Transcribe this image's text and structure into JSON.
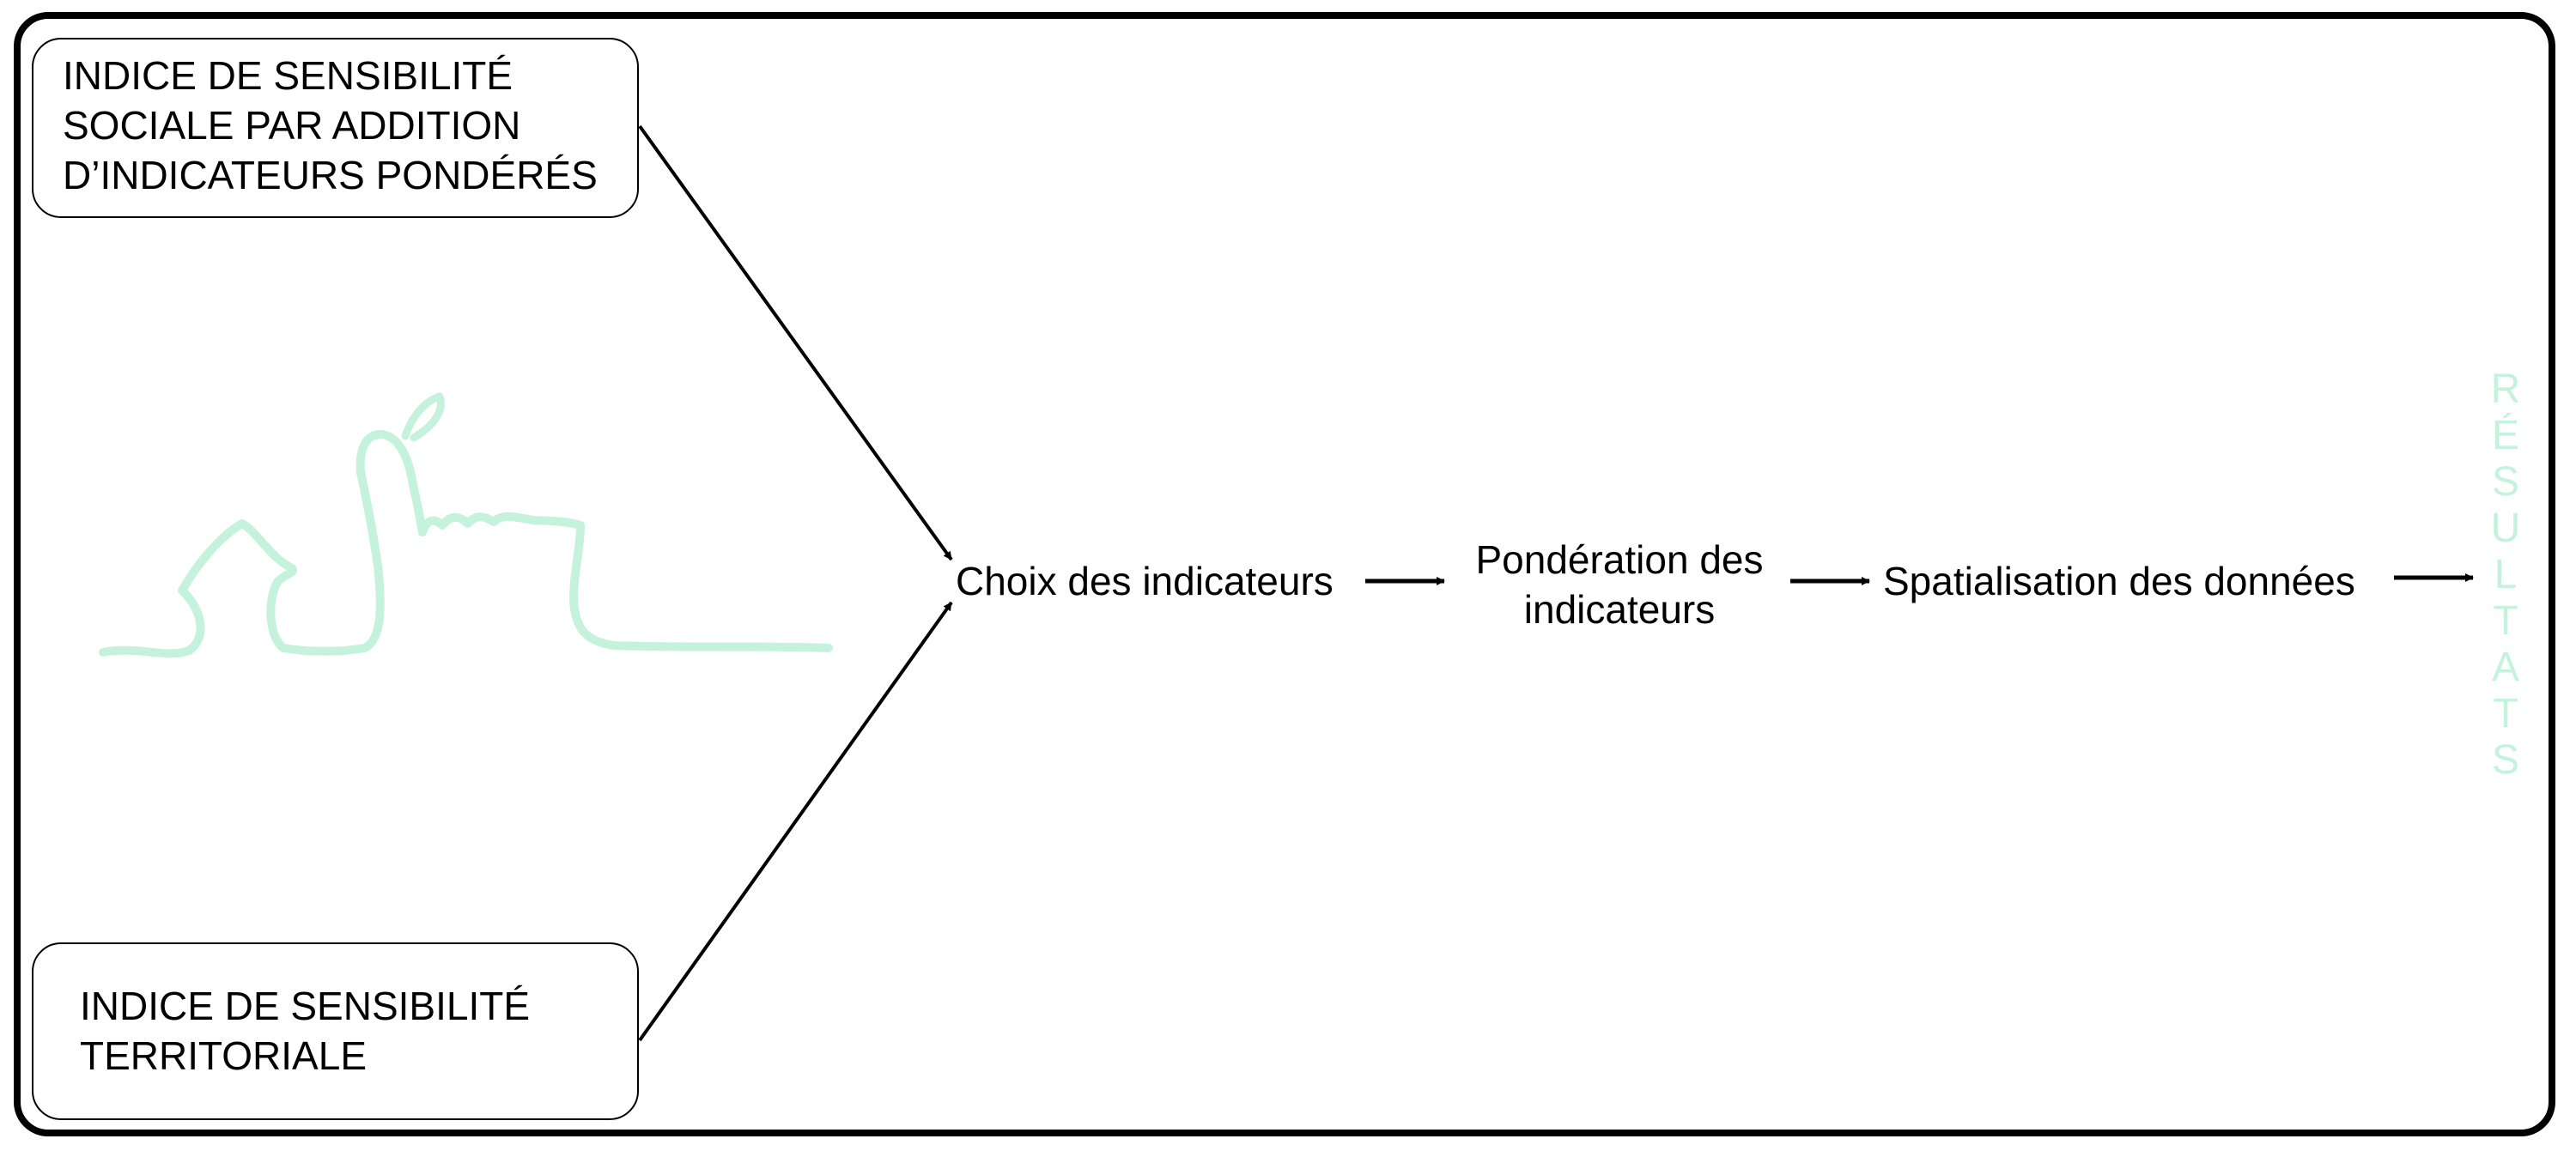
{
  "colors": {
    "stroke": "#000000",
    "accent": "#c5f2dc"
  },
  "boxes": {
    "social": "INDICE DE SENSIBILITÉ\nSOCIALE PAR ADDITION\nD’INDICATEURS PONDÉRÉS",
    "territorial": "INDICE DE SENSIBILITÉ\nTERRITORIALE"
  },
  "steps": {
    "choix": "Choix des indicateurs",
    "ponderation": "Pondération des\nindicateurs",
    "spatialisation": "Spatialisation des données"
  },
  "result_label": "RÉSULTATS",
  "decorations": {
    "doodle": "hand-drawn-skyline-sketch"
  }
}
